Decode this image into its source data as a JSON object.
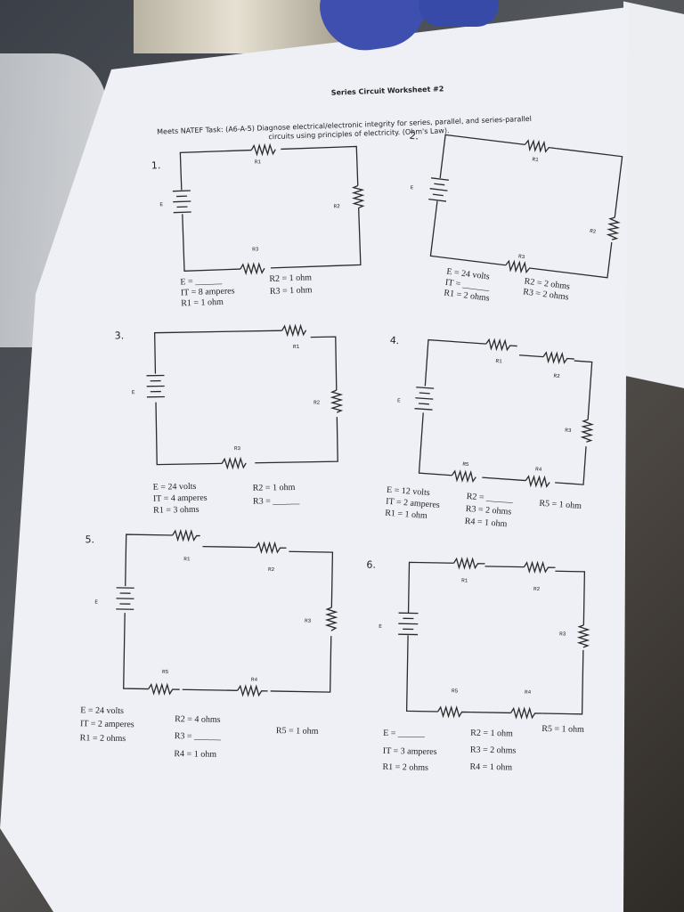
{
  "header": {
    "title": "Series Circuit Worksheet #2",
    "task_line": "Meets NATEF Task: (A6-A-5) Diagnose electrical/electronic integrity for series, parallel, and series-parallel",
    "task_line2": "circuits using principles of electricity. (Ohm's Law)."
  },
  "problems": [
    {
      "number": "1.",
      "labels": {
        "e": "E",
        "r1": "R1",
        "r2": "R2",
        "r3": "R3"
      },
      "given": [
        "E = ______",
        "IT = 8 amperes",
        "R1 = 1 ohm",
        "R2 = 1 ohm",
        "R3 = 1 ohm"
      ]
    },
    {
      "number": "2.",
      "labels": {
        "e": "E",
        "r1": "R1",
        "r2": "R2",
        "r3": "R3"
      },
      "given": [
        "E = 24 volts",
        "IT = ______",
        "R1 = 2 ohms",
        "R2 = 2 ohms",
        "R3 = 2 ohms"
      ]
    },
    {
      "number": "3.",
      "labels": {
        "e": "E",
        "r1": "R1",
        "r2": "R2",
        "r3": "R3"
      },
      "given": [
        "E = 24 volts",
        "IT = 4 amperes",
        "R1 = 3 ohms",
        "R2 = 1 ohm",
        "R3 = ______"
      ]
    },
    {
      "number": "4.",
      "labels": {
        "e": "E",
        "r1": "R1",
        "r2": "R2",
        "r3": "R3",
        "r4": "R4",
        "r5": "R5"
      },
      "given": [
        "E = 12 volts",
        "IT = 2 amperes",
        "R1 = 1 ohm",
        "R2 = ______",
        "R3 = 2 ohms",
        "R4 = 1 ohm",
        "R5 = 1 ohm"
      ]
    },
    {
      "number": "5.",
      "labels": {
        "e": "E",
        "r1": "R1",
        "r2": "R2",
        "r3": "R3",
        "r4": "R4",
        "r5": "R5"
      },
      "given": [
        "E = 24 volts",
        "IT = 2 amperes",
        "R1 = 2 ohms",
        "R2 = 4 ohms",
        "R3 = ______",
        "R4 = 1 ohm",
        "R5 = 1 ohm"
      ]
    },
    {
      "number": "6.",
      "labels": {
        "e": "E",
        "r1": "R1",
        "r2": "R2",
        "r3": "R3",
        "r4": "R4",
        "r5": "R5"
      },
      "given": [
        "E = ______",
        "IT = 3 amperes",
        "R1 = 2 ohms",
        "R2 = 1 ohm",
        "R3 = 2 ohms",
        "R4 = 1 ohm",
        "R5 = 1 ohm"
      ]
    }
  ],
  "colors": {
    "paper": "#eef0f5",
    "ink": "#2a2a2a",
    "glove": "#3f4fb0"
  }
}
